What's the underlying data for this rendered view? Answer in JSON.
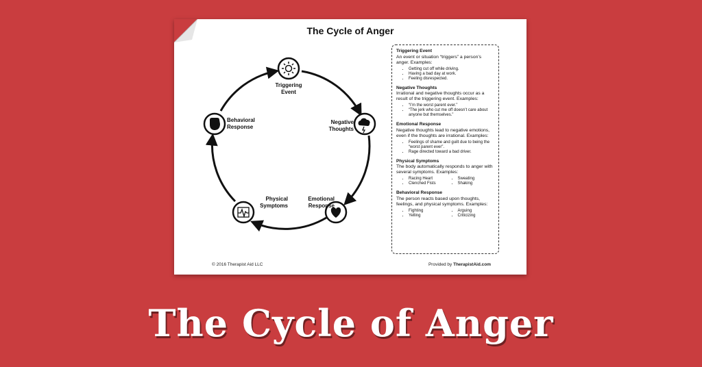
{
  "doc": {
    "title": "The Cycle of Anger",
    "copyright": "© 2016 Therapist Aid LLC",
    "provided_prefix": "Provided by",
    "provided_site": "TherapistAid.com"
  },
  "cycle": {
    "nodes": [
      {
        "label_line1": "Triggering",
        "label_line2": "Event",
        "icon": "sun-burst-icon"
      },
      {
        "label_line1": "Negative",
        "label_line2": "Thoughts",
        "icon": "storm-cloud-icon"
      },
      {
        "label_line1": "Emotional",
        "label_line2": "Response",
        "icon": "heart-icon"
      },
      {
        "label_line1": "Physical",
        "label_line2": "Symptoms",
        "icon": "heartbeat-icon"
      },
      {
        "label_line1": "Behavioral",
        "label_line2": "Response",
        "icon": "fist-icon"
      }
    ]
  },
  "panel": {
    "triggering": {
      "title": "Triggering Event",
      "desc": "An event or situation “triggers” a person’s anger. Examples:",
      "items": [
        "Getting cut off while driving.",
        "Having a bad day at work.",
        "Feeling disrespected."
      ]
    },
    "negative": {
      "title": "Negative Thoughts",
      "desc": "Irrational and negative thoughts occur as a result of the triggering event. Examples:",
      "items": [
        "“I’m the worst parent ever.”",
        "“The jerk who cut me off doesn’t care about anyone but themselves.”"
      ]
    },
    "emotional": {
      "title": "Emotional Response",
      "desc": "Negative thoughts lead to negative emotions, even if the thoughts are irrational. Examples:",
      "items": [
        "Feelings of shame and guilt due to being the “worst parent ever”.",
        "Rage directed toward a bad driver."
      ]
    },
    "physical": {
      "title": "Physical Symptoms",
      "desc": "The body automatically responds to anger with several symptoms. Examples:",
      "col1": [
        "Racing Heart",
        "Clenched Fists"
      ],
      "col2": [
        "Sweating",
        "Shaking"
      ]
    },
    "behavioral": {
      "title": "Behavioral Response",
      "desc": "The person reacts based upon thoughts, feelings, and physical symptoms. Examples:",
      "col1": [
        "Fighting",
        "Yelling"
      ],
      "col2": [
        "Arguing",
        "Criticizing"
      ]
    }
  },
  "banner": {
    "title": "The Cycle of Anger"
  },
  "colors": {
    "background": "#c93d3f",
    "sheet": "#ffffff",
    "ink": "#111111"
  }
}
